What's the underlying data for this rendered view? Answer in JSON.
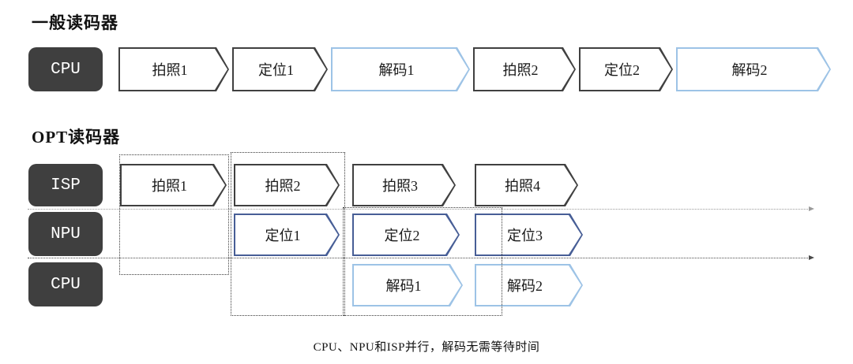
{
  "page": {
    "background": "#ffffff"
  },
  "colors": {
    "lane_label_bg": "#3f3f3f",
    "lane_label_text": "#ffffff",
    "block_dark_border": "#404040",
    "block_blue_border": "#475e96",
    "block_lightblue_border": "#9dc3e6",
    "dotted_outline": "#3a3a3a",
    "timeline_light": "#9a9a9a",
    "timeline_dark": "#4a4a4a"
  },
  "general_reader": {
    "title": "一般读码器",
    "lane_label": "CPU",
    "blocks": [
      {
        "label": "拍照1",
        "style": "dark"
      },
      {
        "label": "定位1",
        "style": "dark"
      },
      {
        "label": "解码1",
        "style": "lightblue"
      },
      {
        "label": "拍照2",
        "style": "dark"
      },
      {
        "label": "定位2",
        "style": "dark"
      },
      {
        "label": "解码2",
        "style": "lightblue"
      }
    ]
  },
  "opt_reader": {
    "title": "OPT读码器",
    "lanes": [
      {
        "label": "ISP",
        "blocks": [
          {
            "label": "拍照1",
            "style": "dark"
          },
          {
            "label": "拍照2",
            "style": "dark"
          },
          {
            "label": "拍照3",
            "style": "dark"
          },
          {
            "label": "拍照4",
            "style": "dark"
          }
        ]
      },
      {
        "label": "NPU",
        "blocks": [
          {
            "label": "定位1",
            "style": "blue"
          },
          {
            "label": "定位2",
            "style": "blue"
          },
          {
            "label": "定位3",
            "style": "blue"
          }
        ]
      },
      {
        "label": "CPU",
        "blocks": [
          {
            "label": "解码1",
            "style": "lightblue"
          },
          {
            "label": "解码2",
            "style": "lightblue"
          }
        ]
      }
    ]
  },
  "caption": "CPU、NPU和ISP并行，解码无需等待时间"
}
